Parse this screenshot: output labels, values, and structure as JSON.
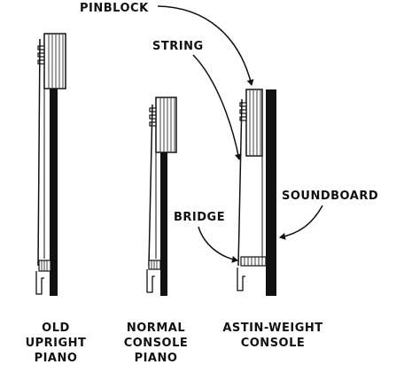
{
  "colors": {
    "ink": "#111111",
    "paper": "#ffffff"
  },
  "labels": {
    "pinblock": "PINBLOCK",
    "string": "STRING",
    "soundboard": "SOUNDBOARD",
    "bridge": "BRIDGE"
  },
  "captions": {
    "old_upright": [
      "OLD",
      "UPRIGHT",
      "PIANO"
    ],
    "normal_console": [
      "NORMAL",
      "CONSOLE",
      "PIANO"
    ],
    "astin_weight": [
      "ASTIN-WEIGHT",
      "CONSOLE"
    ]
  }
}
